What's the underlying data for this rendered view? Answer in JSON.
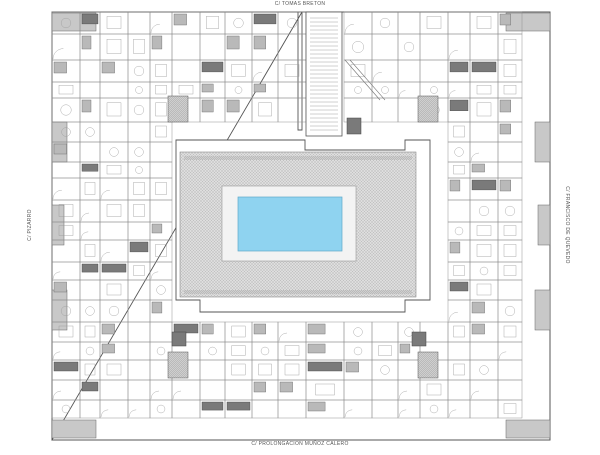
{
  "plan": {
    "streets": {
      "top": "C/ TOMAS BRETON",
      "bottom": "C/ PROLONGACION MUÑOZ CALERO",
      "left": "C/ PIZARRO",
      "right": "C/ FRANCISCO DE QUEVEDO"
    },
    "colors": {
      "background": "#ffffff",
      "wall": "#555555",
      "thin_line": "#9a9a9a",
      "grey_fill": "#b9b9b9",
      "dark_fill": "#7a7a7a",
      "paving": "#d9d9d9",
      "pool": "#8fd3f0",
      "balcony": "#c8c8c8"
    }
  }
}
